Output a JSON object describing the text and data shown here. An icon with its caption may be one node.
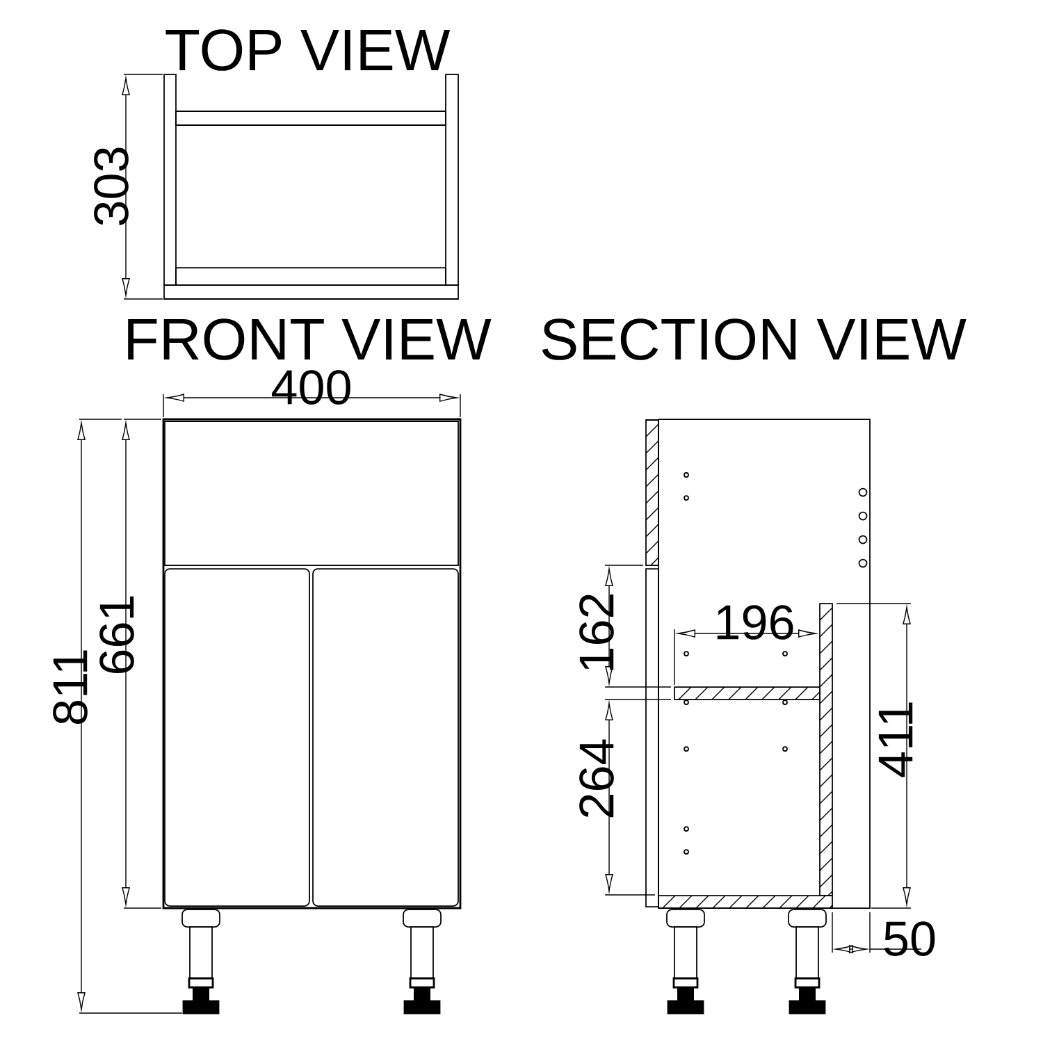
{
  "diagram": {
    "labels": [
      "TOP VIEW",
      "303",
      "FRONT VIEW",
      "SECTION VIEW",
      "400",
      "196",
      "162",
      "661",
      "811",
      "411",
      "264",
      "50"
    ]
  }
}
